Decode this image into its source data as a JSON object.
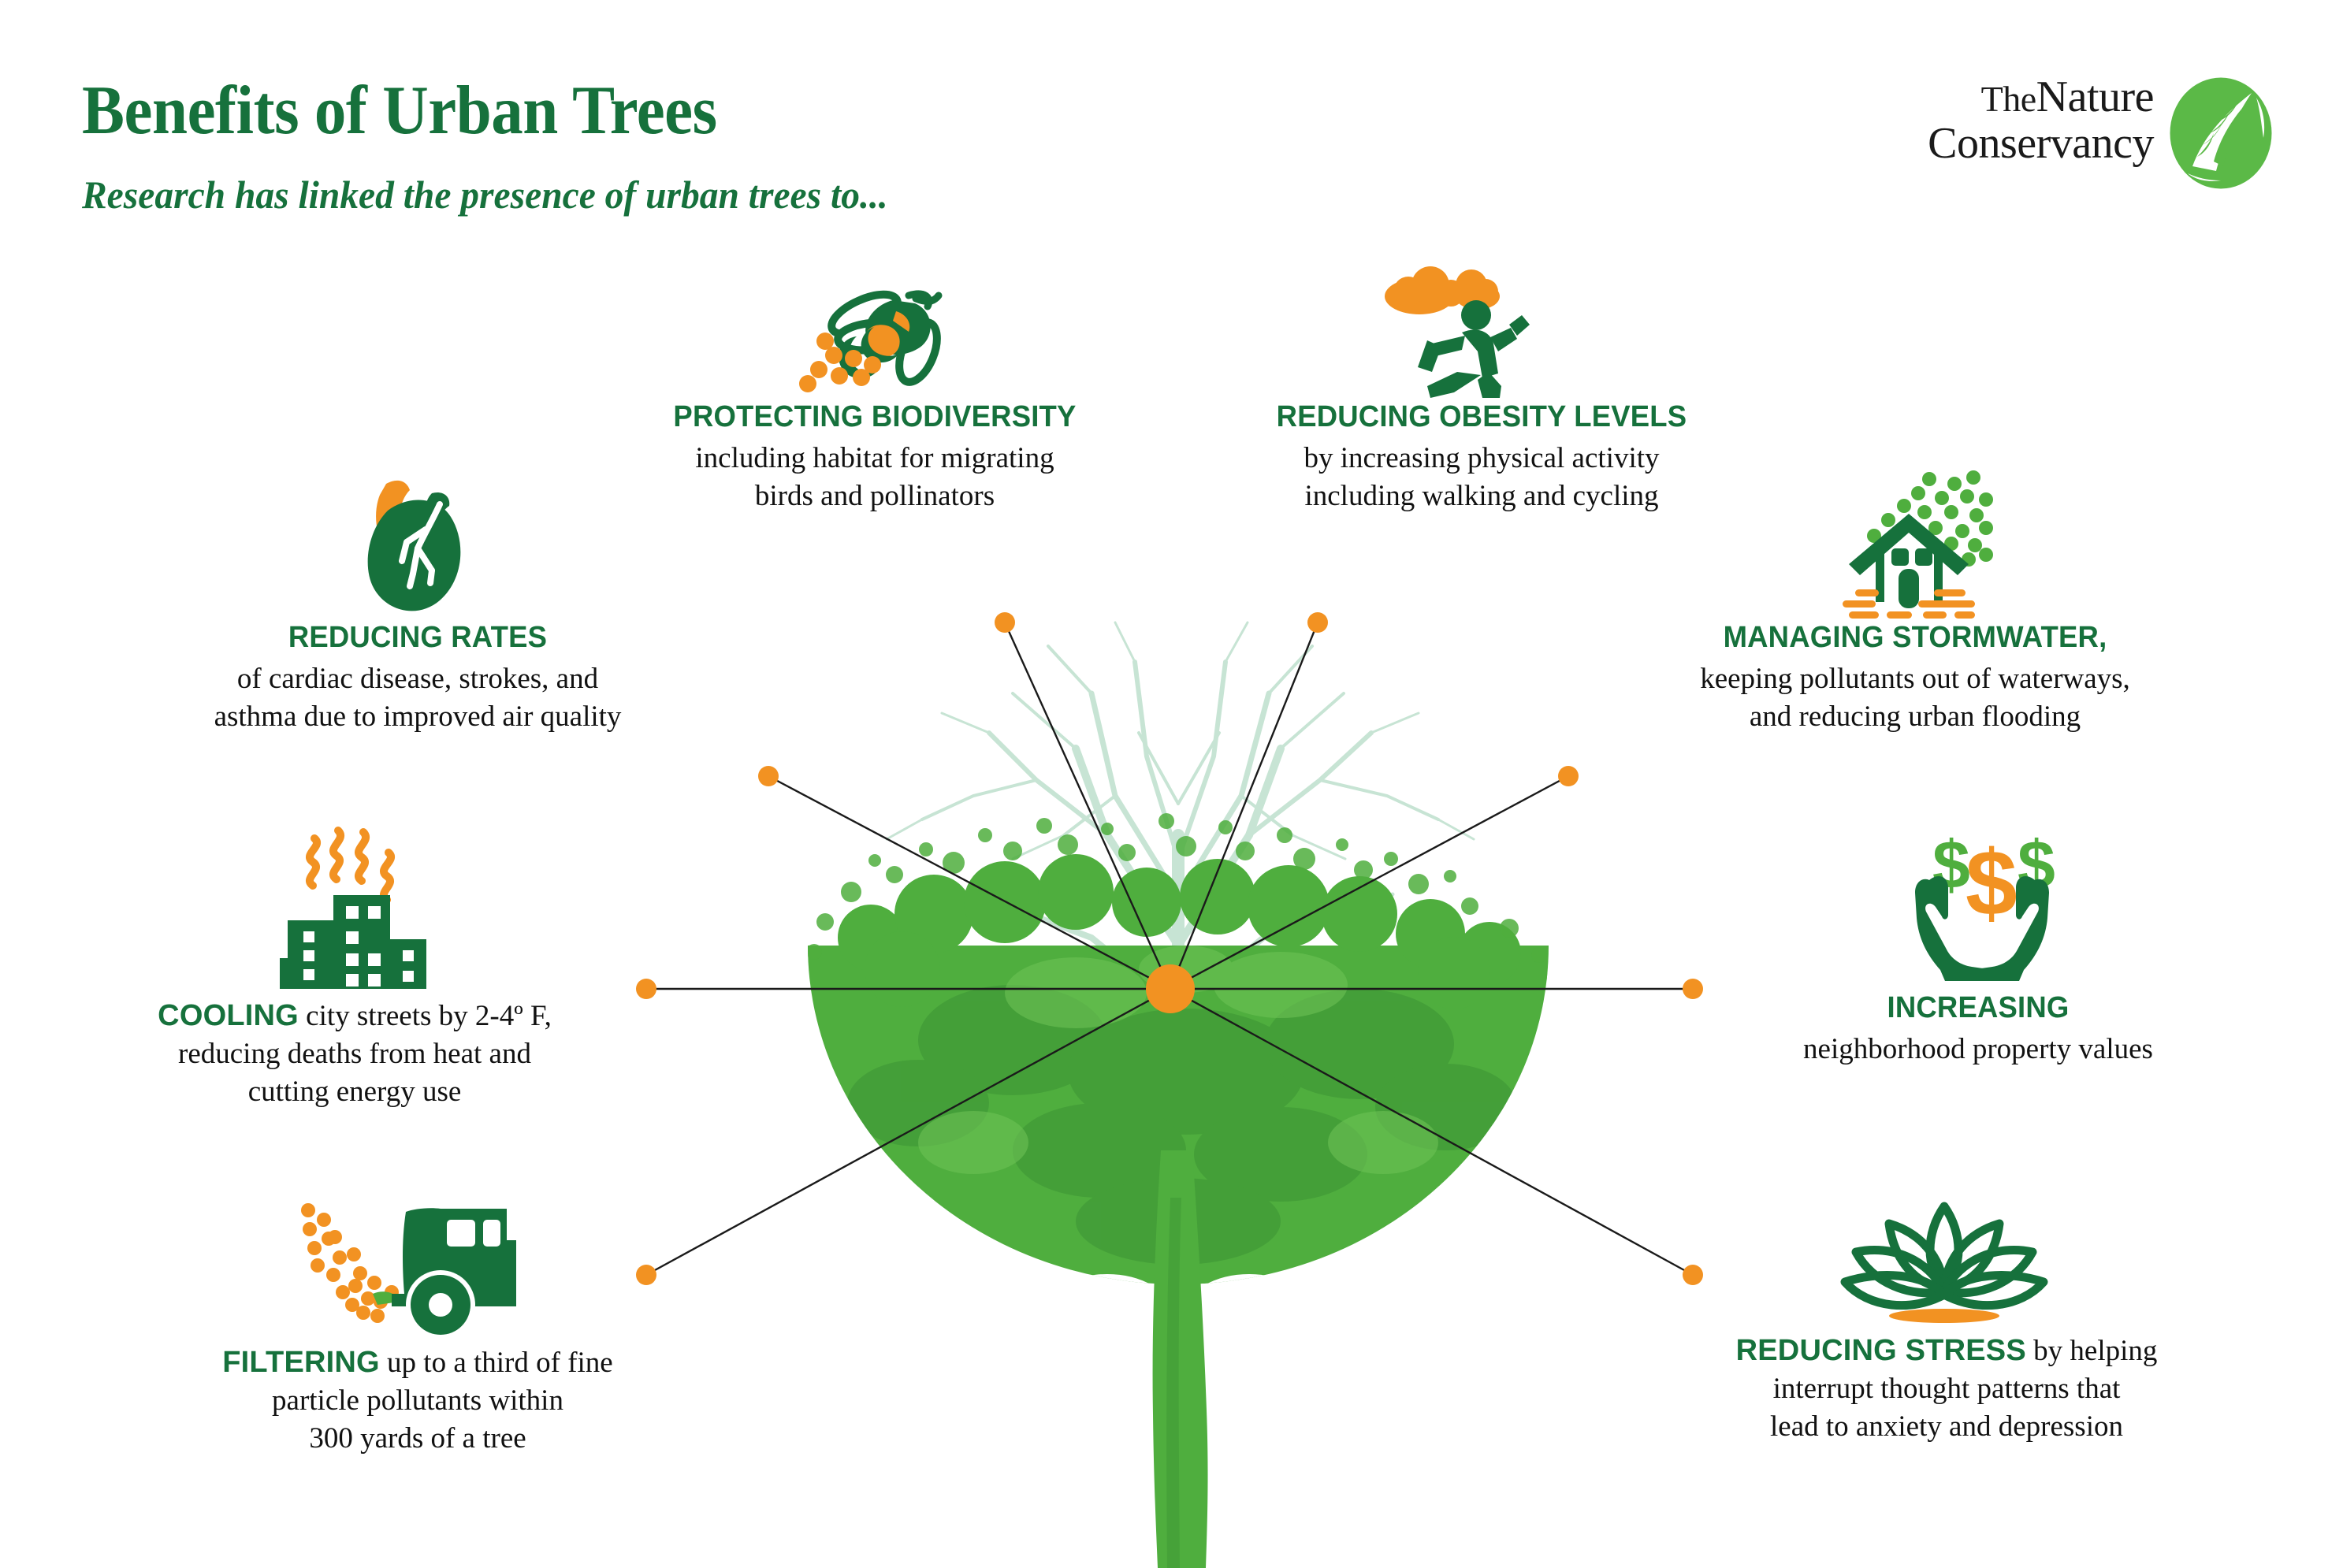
{
  "header": {
    "title": "Benefits of Urban Trees",
    "subtitle": "Research has linked the presence of urban trees to..."
  },
  "logo": {
    "line1_the": "The",
    "line1_nature": "Nature",
    "line2": "Conservancy",
    "mark_name": "globe-leaf-logo-icon"
  },
  "colors": {
    "dark_green": "#16713C",
    "orange": "#F29222",
    "light_green": "#5BB947",
    "mint": "#C5E3D2",
    "text_black": "#111111"
  },
  "center": {
    "hub_label": "center-hub-dot",
    "tree_label": "urban-tree-illustration"
  },
  "benefits": [
    {
      "id": "protecting-biodiversity",
      "icon": "bee-pollinator-icon",
      "heading": "PROTECTING BIODIVERSITY",
      "body_line1": "including habitat for migrating",
      "body_line2": "birds and pollinators",
      "inline": false
    },
    {
      "id": "reducing-obesity-levels",
      "icon": "running-person-icon",
      "heading": "REDUCING OBESITY LEVELS",
      "body_line1": "by increasing physical activity",
      "body_line2": "including walking and cycling",
      "inline": false
    },
    {
      "id": "reducing-rates",
      "icon": "heart-icon",
      "heading": "REDUCING RATES",
      "body_line1": "of cardiac disease, strokes, and",
      "body_line2": "asthma due to improved air quality",
      "inline": false
    },
    {
      "id": "managing-stormwater",
      "icon": "house-rain-icon",
      "heading": "MANAGING STORMWATER,",
      "body_line1": "keeping pollutants out of waterways,",
      "body_line2": "and reducing urban flooding",
      "inline": false
    },
    {
      "id": "cooling",
      "icon": "city-heat-icon",
      "heading": "COOLING",
      "body_line1": " city streets by 2-4º F,",
      "body_line2": "reducing deaths from heat and",
      "body_line3": "cutting energy use",
      "inline": true
    },
    {
      "id": "increasing",
      "icon": "hands-money-icon",
      "heading": "INCREASING",
      "body_line1": "neighborhood property values",
      "inline": false
    },
    {
      "id": "filtering",
      "icon": "truck-exhaust-icon",
      "heading": "FILTERING",
      "body_line1": " up to a third of fine",
      "body_line2": "particle pollutants within",
      "body_line3": "300 yards of a tree",
      "inline": true
    },
    {
      "id": "reducing-stress",
      "icon": "lotus-flower-icon",
      "heading": "REDUCING STRESS",
      "body_line1": " by helping",
      "body_line2": "interrupt thought patterns that",
      "body_line3": "lead to anxiety and depression",
      "inline": true
    }
  ]
}
